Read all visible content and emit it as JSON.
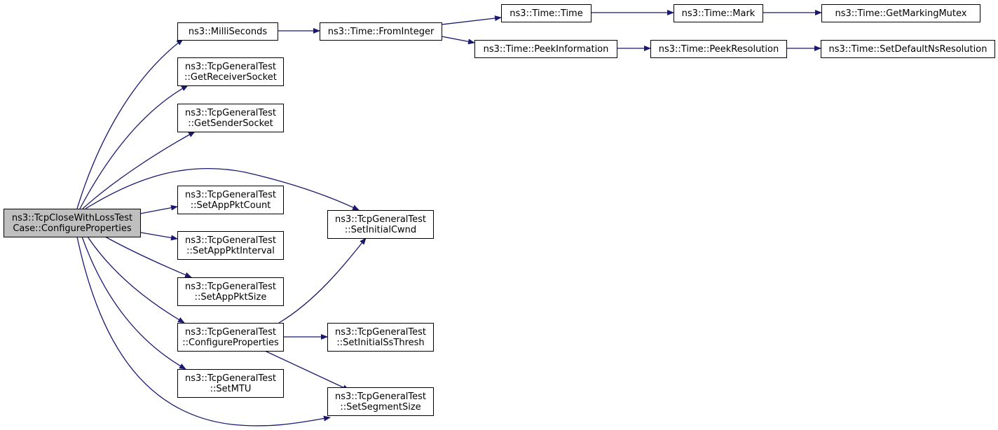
{
  "colors": {
    "edge": "#191970",
    "root_fill": "#bfbfbf",
    "node_fill": "#ffffff",
    "border": "#000000"
  },
  "nodes": [
    {
      "id": "root",
      "lines": [
        "ns3::TcpCloseWithLossTest",
        "Case::ConfigureProperties"
      ]
    },
    {
      "id": "milli",
      "lines": [
        "ns3::MilliSeconds"
      ]
    },
    {
      "id": "frominteger",
      "lines": [
        "ns3::Time::FromInteger"
      ]
    },
    {
      "id": "time",
      "lines": [
        "ns3::Time::Time"
      ]
    },
    {
      "id": "mark",
      "lines": [
        "ns3::Time::Mark"
      ]
    },
    {
      "id": "getmarkingmutex",
      "lines": [
        "ns3::Time::GetMarkingMutex"
      ]
    },
    {
      "id": "peekinformation",
      "lines": [
        "ns3::Time::PeekInformation"
      ]
    },
    {
      "id": "peekresolution",
      "lines": [
        "ns3::Time::PeekResolution"
      ]
    },
    {
      "id": "setdefaultnsresolution",
      "lines": [
        "ns3::Time::SetDefaultNsResolution"
      ]
    },
    {
      "id": "getreceiversocket",
      "lines": [
        "ns3::TcpGeneralTest",
        "::GetReceiverSocket"
      ]
    },
    {
      "id": "getsendersocket",
      "lines": [
        "ns3::TcpGeneralTest",
        "::GetSenderSocket"
      ]
    },
    {
      "id": "setapppktcount",
      "lines": [
        "ns3::TcpGeneralTest",
        "::SetAppPktCount"
      ]
    },
    {
      "id": "setinitialcwnd",
      "lines": [
        "ns3::TcpGeneralTest",
        "::SetInitialCwnd"
      ]
    },
    {
      "id": "setapppktinterval",
      "lines": [
        "ns3::TcpGeneralTest",
        "::SetAppPktInterval"
      ]
    },
    {
      "id": "setapppktsize",
      "lines": [
        "ns3::TcpGeneralTest",
        "::SetAppPktSize"
      ]
    },
    {
      "id": "configureproperties",
      "lines": [
        "ns3::TcpGeneralTest",
        "::ConfigureProperties"
      ]
    },
    {
      "id": "setinitialssthresh",
      "lines": [
        "ns3::TcpGeneralTest",
        "::SetInitialSsThresh"
      ]
    },
    {
      "id": "setmtu",
      "lines": [
        "ns3::TcpGeneralTest",
        "::SetMTU"
      ]
    },
    {
      "id": "setsegmentsize",
      "lines": [
        "ns3::TcpGeneralTest",
        "::SetSegmentSize"
      ]
    }
  ],
  "edges": [
    {
      "from": "root",
      "to": "milli"
    },
    {
      "from": "root",
      "to": "getreceiversocket"
    },
    {
      "from": "root",
      "to": "getsendersocket"
    },
    {
      "from": "root",
      "to": "setinitialcwnd"
    },
    {
      "from": "root",
      "to": "setapppktcount"
    },
    {
      "from": "root",
      "to": "setapppktinterval"
    },
    {
      "from": "root",
      "to": "setapppktsize"
    },
    {
      "from": "root",
      "to": "configureproperties"
    },
    {
      "from": "root",
      "to": "setmtu"
    },
    {
      "from": "root",
      "to": "setsegmentsize"
    },
    {
      "from": "milli",
      "to": "frominteger"
    },
    {
      "from": "frominteger",
      "to": "time"
    },
    {
      "from": "frominteger",
      "to": "peekinformation"
    },
    {
      "from": "time",
      "to": "mark"
    },
    {
      "from": "mark",
      "to": "getmarkingmutex"
    },
    {
      "from": "peekinformation",
      "to": "peekresolution"
    },
    {
      "from": "peekresolution",
      "to": "setdefaultnsresolution"
    },
    {
      "from": "configureproperties",
      "to": "setinitialcwnd"
    },
    {
      "from": "configureproperties",
      "to": "setinitialssthresh"
    },
    {
      "from": "configureproperties",
      "to": "setsegmentsize"
    }
  ]
}
